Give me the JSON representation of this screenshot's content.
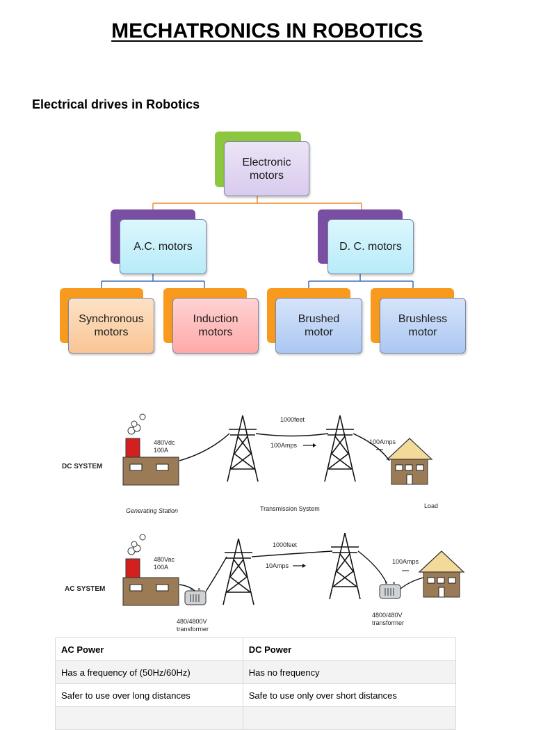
{
  "title": "MECHATRONICS IN ROBOTICS",
  "subtitle": "Electrical drives in Robotics",
  "hierarchy": {
    "root": {
      "line1": "Electronic",
      "line2": "motors"
    },
    "ac": {
      "line1": "A.C. motors"
    },
    "dc": {
      "line1": "D. C. motors"
    },
    "sync": {
      "line1": "Synchronous",
      "line2": "motors"
    },
    "induction": {
      "line1": "Induction",
      "line2": "motors"
    },
    "brushed": {
      "line1": "Brushed",
      "line2": "motor"
    },
    "brushless": {
      "line1": "Brushless",
      "line2": "motor"
    }
  },
  "dc_system": {
    "label": "DC SYSTEM",
    "source": {
      "line1": "480Vdc",
      "line2": "100A"
    },
    "distance": "1000feet",
    "line_current": "100Amps",
    "load_current": "100Amps",
    "station": "Generating Station",
    "transmission": "Transmission System",
    "load": "Load"
  },
  "ac_system": {
    "label": "AC SYSTEM",
    "source": {
      "line1": "480Vac",
      "line2": "100A"
    },
    "distance": "1000feet",
    "line_current": "10Amps",
    "load_current": "100Amps",
    "tx1": {
      "line1": "480/4800V",
      "line2": "transformer"
    },
    "tx2": {
      "line1": "4800/480V",
      "line2": "transformer"
    }
  },
  "table": {
    "headers": [
      "AC Power",
      "DC Power"
    ],
    "rows": [
      [
        "Has a frequency of (50Hz/60Hz)",
        "Has no frequency"
      ],
      [
        "Safer to use over long distances",
        "Safe to use only over short distances"
      ]
    ]
  },
  "colors": {
    "root_back": "#8dc63f",
    "root_front": "#e3d7f1",
    "mid_back": "#7a4ea3",
    "mid_front": "#c9f1fb",
    "leaf_back": "#f79a1e",
    "sync_front": "#fbd3ad",
    "induction_front": "#ffb9b9",
    "brush_front": "#c2d7f7",
    "connector_orange": "#f08a2c",
    "connector_blue": "#3f6fb7"
  }
}
